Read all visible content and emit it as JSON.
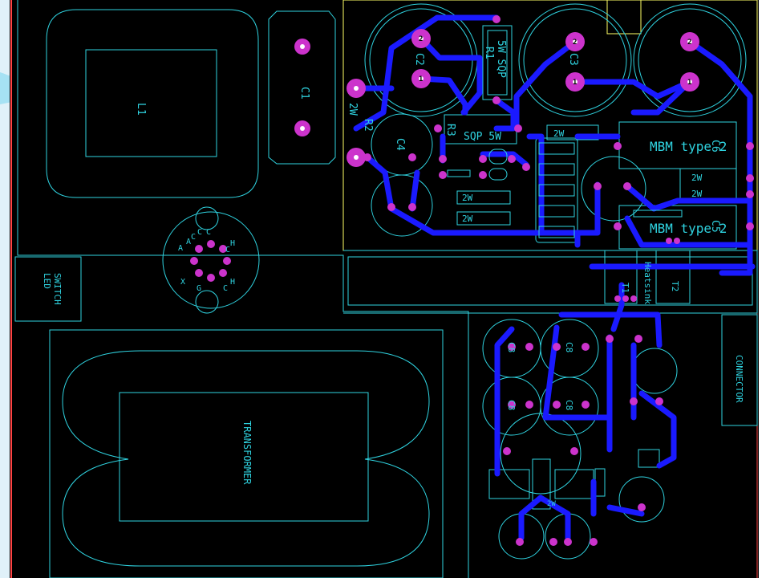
{
  "colors": {
    "background": "#000000",
    "outline": "#2fd3e0",
    "trace": "#1a1aff",
    "pad": "#cc33cc",
    "pad_hole": "#ffffff",
    "zone": "#ffff66",
    "board_edge": "#ff4444",
    "slide_accent": "#7fd8f0"
  },
  "labels": {
    "l1": "L1",
    "c1": "C1",
    "switch_led": "SWITCH\nLED",
    "transformer": "TRANSFORMER",
    "c2": "C2",
    "r1": "R1",
    "sqp5w_r1": "5W SQP",
    "r2": "R2",
    "w2_r2": "2W",
    "c3": "C3",
    "c4": "C4",
    "r3": "R3",
    "sqp5w_r3": "SQP 5W",
    "c6": "C6",
    "c5": "C5",
    "mbm1": "MBM type 2",
    "mbm2": "MBM type 2",
    "w2_a": "2W",
    "w2_b": "2W",
    "w2_c": "2W",
    "w2_d": "2W",
    "w2_e": "2W",
    "w2_f": "2W",
    "heatsink": "Heatsink",
    "t1": "T1",
    "t2": "T2",
    "connector": "CONNECTOR",
    "c8_a": "C8",
    "c8_b": "C8",
    "c8_c": "C8",
    "c8_d": "C8",
    "pad_2a": "2",
    "pad_1a": "1",
    "pad_2b": "2",
    "pad_1b": "1",
    "pad_2c": "2",
    "pad_1c": "1",
    "sock_1": "C",
    "sock_2": "H",
    "sock_3": "C",
    "sock_4": "H",
    "sock_5": "C",
    "sock_6": "G",
    "sock_7": "X",
    "sock_8": "A",
    "sock_9": "C",
    "sock_10": "C",
    "sock_11": "A"
  }
}
